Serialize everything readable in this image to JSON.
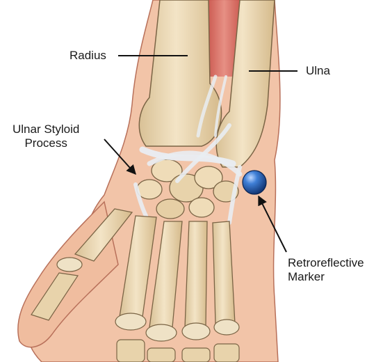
{
  "labels": {
    "radius": "Radius",
    "ulna": "Ulna",
    "ulnar_styloid": [
      "Ulnar Styloid",
      "Process"
    ],
    "marker": [
      "Retroreflective",
      "Marker"
    ]
  },
  "colors": {
    "skin": "#f2c4a8",
    "skin_shadow": "#e3a386",
    "skin_outline": "#b8705a",
    "bone": "#ecd9b6",
    "bone_shade": "#d8bf94",
    "bone_outline": "#7a6445",
    "ligament": "#e9edf2",
    "muscle": "#d9685f",
    "marker": "#1f55a8",
    "leader": "#111111"
  }
}
